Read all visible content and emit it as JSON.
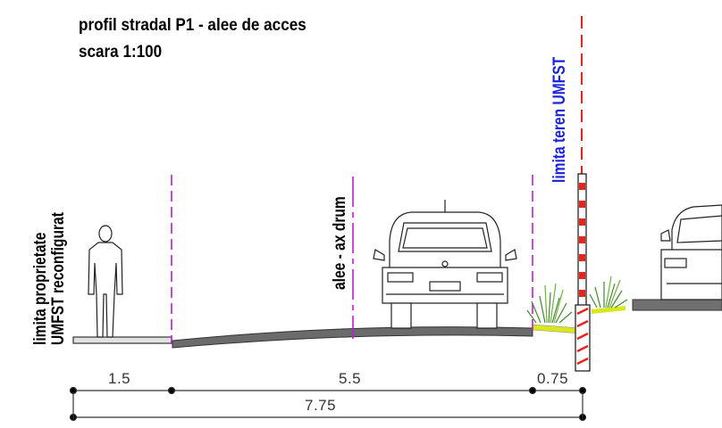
{
  "title": "profil stradal P1 - alee de acces",
  "scale": "scara 1:100",
  "labels": {
    "property_limit_line1": "limita proprietate",
    "property_limit_line2": "UMFST reconfigurat",
    "axis": "alee - ax drum",
    "land_limit": "limita teren UMFST"
  },
  "dimensions": {
    "sidewalk": "1.5",
    "roadway": "5.5",
    "verge": "0.75",
    "total": "7.75"
  },
  "colors": {
    "axis_line": "#c21bd6",
    "land_limit_line": "#e5261e",
    "land_limit_text": "#1a22d8",
    "grass": "#d8e81c"
  }
}
